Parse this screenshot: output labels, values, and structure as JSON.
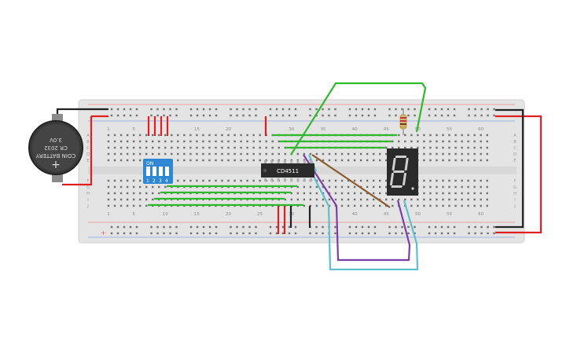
{
  "breadboard": {
    "column_numbers_top": [
      "1",
      "5",
      "15",
      "20",
      "30",
      "35",
      "40",
      "45",
      "50",
      "55",
      "60"
    ],
    "column_numbers_bottom": [
      "1",
      "5",
      "10",
      "15",
      "20",
      "25",
      "30",
      "40",
      "45",
      "50",
      "55",
      "60"
    ],
    "row_letters_top": [
      "A",
      "B",
      "C",
      "D",
      "E"
    ],
    "row_letters_bottom": [
      "F",
      "G",
      "H",
      "I",
      "J"
    ],
    "rail_marker": "+",
    "body_color": "#e4e4e4"
  },
  "battery": {
    "line1": "COIN BATTERY",
    "line2": "CR 2032",
    "line3": "3.0V",
    "polarity": "+",
    "color": "#3a3a3a"
  },
  "dip_switch": {
    "label_on": "ON",
    "switch_numbers": [
      "1",
      "2",
      "3",
      "4"
    ],
    "color": "#2f88d4"
  },
  "ic_chip": {
    "label": "CD4511",
    "color": "#2b2b2b"
  },
  "seven_segment_display": {
    "shown_digit": "8",
    "color": "#2a2a2a"
  },
  "resistor": {
    "color": "#d9b77a"
  },
  "wire_colors": {
    "red": "#e02020",
    "black": "#222222",
    "green": "#2eb82e",
    "purple": "#7b3fa8",
    "teal": "#5fbfcf",
    "brown": "#8b5a2b"
  }
}
